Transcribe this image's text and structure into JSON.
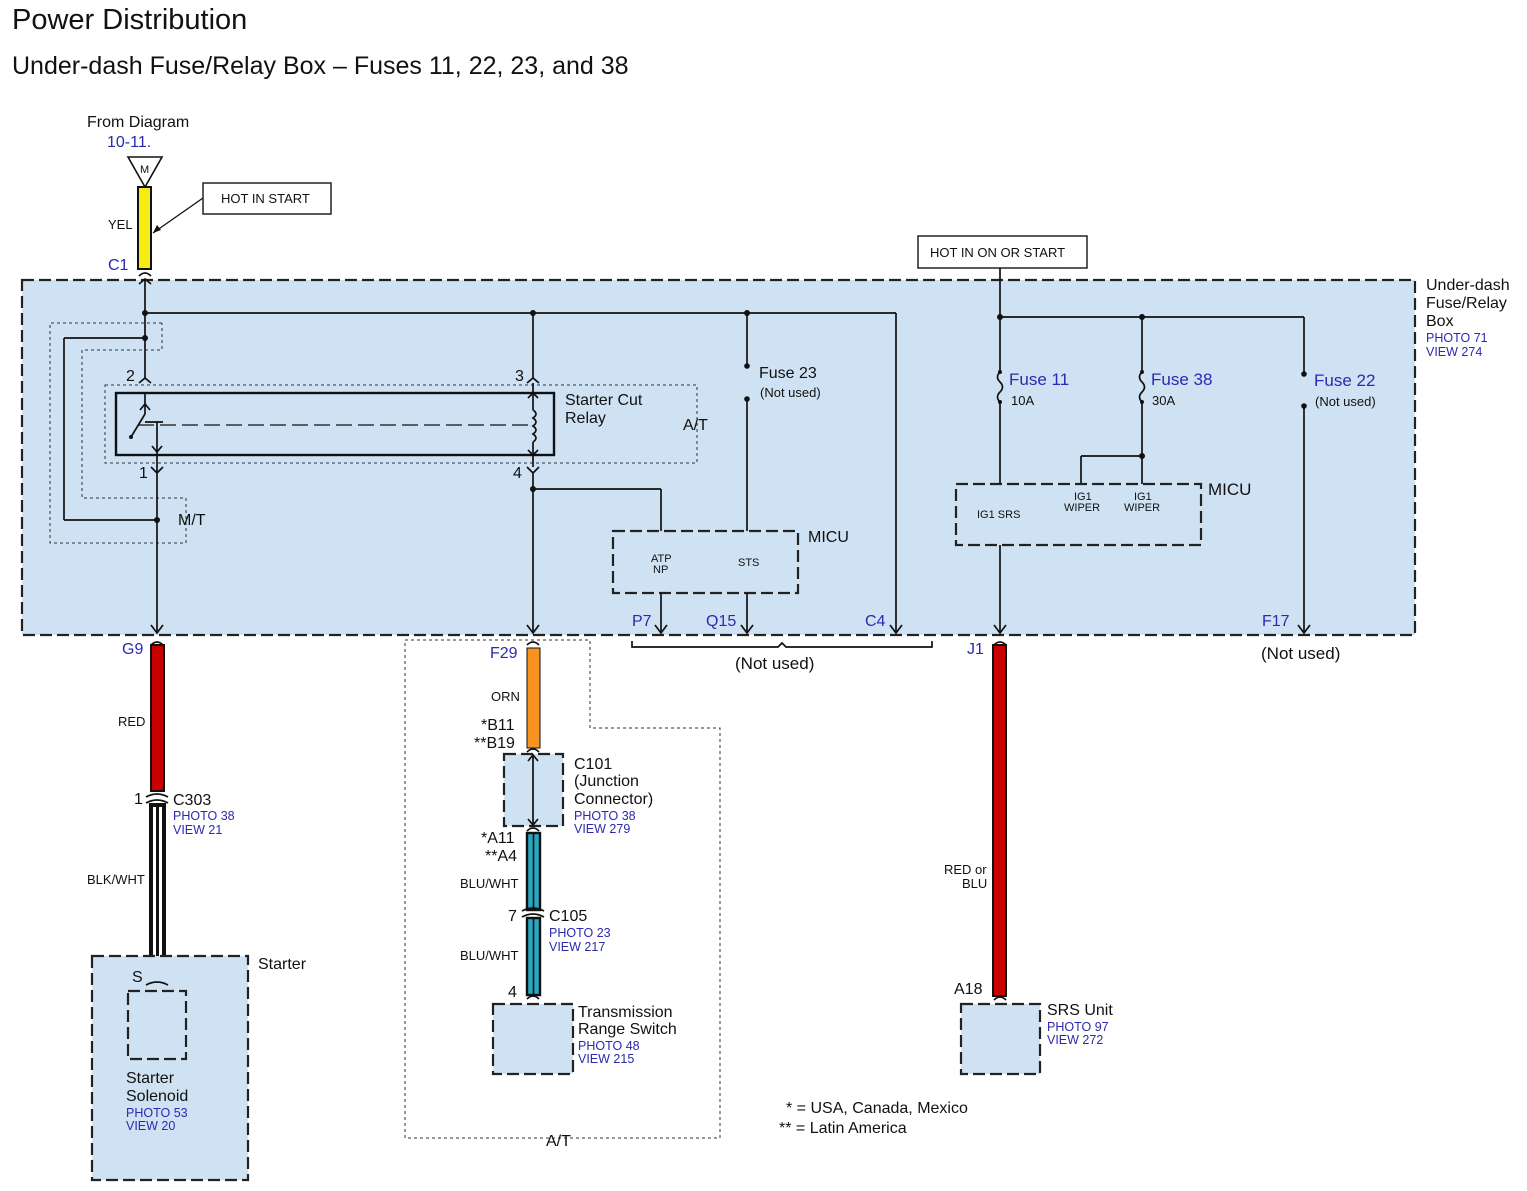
{
  "title": "Power Distribution",
  "subtitle": "Under-dash Fuse/Relay Box – Fuses 11, 22, 23, and 38",
  "from_diagram": {
    "line1": "From Diagram",
    "ref": "10-11.",
    "connector": "M"
  },
  "hot_in_start": "HOT IN START",
  "hot_in_on_or_start": "HOT IN ON OR START",
  "fuse_box": {
    "name_line1": "Under-dash",
    "name_line2": "Fuse/Relay",
    "name_line3": "Box",
    "photo": "PHOTO 71",
    "view": "VIEW 274"
  },
  "terminals": {
    "c1": "C1",
    "g9": "G9",
    "f29": "F29",
    "p7": "P7",
    "q15": "Q15",
    "c4": "C4",
    "j1": "J1",
    "f17": "F17"
  },
  "relay": {
    "name_line1": "Starter Cut",
    "name_line2": "Relay",
    "pin2": "2",
    "pin3": "3",
    "pin1": "1",
    "pin4": "4",
    "at": "A/T",
    "mt": "M/T"
  },
  "fuses": [
    {
      "name": "Fuse 23",
      "rating": "(Not used)"
    },
    {
      "name": "Fuse 11",
      "rating": "10A"
    },
    {
      "name": "Fuse 38",
      "rating": "30A"
    },
    {
      "name": "Fuse 22",
      "rating": "(Not used)"
    }
  ],
  "micu_left": {
    "name": "MICU",
    "atp_line1": "ATP",
    "atp_line2": "NP",
    "sts": "STS"
  },
  "micu_right": {
    "name": "MICU",
    "ig1_srs": "IG1 SRS",
    "ig1": "IG1",
    "wiper": "WIPER"
  },
  "not_used": "(Not used)",
  "wires": {
    "yel": "YEL",
    "red": "RED",
    "blk_wht": "BLK/WHT",
    "orn": "ORN",
    "blu_wht": "BLU/WHT",
    "red_or": "RED or",
    "blu": "BLU"
  },
  "c303": {
    "pin": "1",
    "name": "C303",
    "photo": "PHOTO 38",
    "view": "VIEW 21"
  },
  "starter": {
    "box_label": "Starter",
    "pin": "S",
    "name_line1": "Starter",
    "name_line2": "Solenoid",
    "photo": "PHOTO 53",
    "view": "VIEW 20"
  },
  "c101": {
    "pin_b11": "*B11",
    "pin_b19": "**B19",
    "pin_a11": "*A11",
    "pin_a4": "**A4",
    "name_line1": "C101",
    "name_line2": "(Junction",
    "name_line3": "Connector)",
    "photo": "PHOTO 38",
    "view": "VIEW 279"
  },
  "c105": {
    "pin": "7",
    "name": "C105",
    "photo": "PHOTO 23",
    "view": "VIEW 217"
  },
  "trs": {
    "pin": "4",
    "name_line1": "Transmission",
    "name_line2": "Range Switch",
    "photo": "PHOTO 48",
    "view": "VIEW 215"
  },
  "at_group": "A/T",
  "srs": {
    "pin": "A18",
    "name": "SRS Unit",
    "photo": "PHOTO 97",
    "view": "VIEW 272"
  },
  "notes": [
    "* = USA, Canada, Mexico",
    "** = Latin America"
  ],
  "colors": {
    "yellow_wire": "#f5ec14",
    "red_wire": "#c80000",
    "orange_wire": "#f7931e",
    "blue_wire": "#2aa7c0",
    "black_wire": "#111111",
    "box_fill": "#cfe2f3",
    "code_blue": "#2a2ab0"
  }
}
